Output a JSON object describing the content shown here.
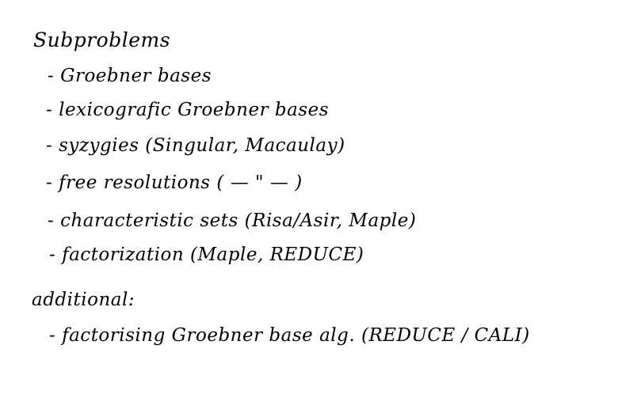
{
  "title": "Subproblems",
  "items": [
    "- Groebner bases",
    "- lexicografic Groebner bases",
    "- syzygies   (Singular, Macaulay)",
    "- free resolutions ( — \" — )",
    "- characteristic sets (Risa/Asir, Maple)",
    "- factorization (Maple, REDUCE)"
  ],
  "additional_heading": "additional:",
  "additional_items": [
    "- factorising Groebner base alg. (REDUCE / CALI)"
  ]
}
